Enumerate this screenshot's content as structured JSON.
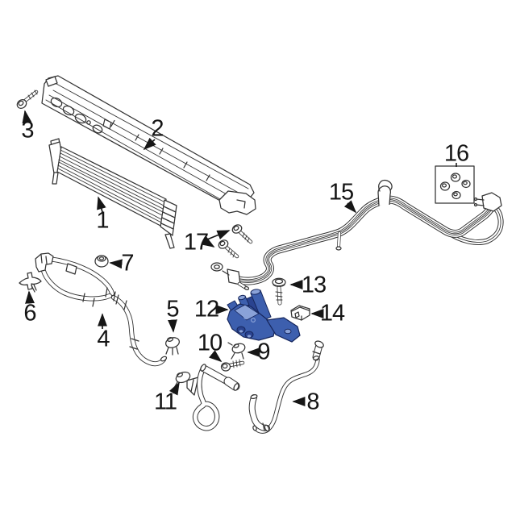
{
  "diagram": {
    "type": "exploded-parts-diagram",
    "subject": "transmission oil cooler and lines line-art drawing",
    "highlighted_callout": "12"
  },
  "colors": {
    "background": "#ffffff",
    "line": "#333333",
    "label": "#141414",
    "highlight": "#3d5fae",
    "highlight_dark": "#2a4390",
    "highlight_light": "#8aa2d8",
    "highlight_outline": "#16265c"
  },
  "callouts": [
    {
      "number": "1"
    },
    {
      "number": "2"
    },
    {
      "number": "3"
    },
    {
      "number": "4"
    },
    {
      "number": "5"
    },
    {
      "number": "6"
    },
    {
      "number": "7"
    },
    {
      "number": "8"
    },
    {
      "number": "9"
    },
    {
      "number": "10"
    },
    {
      "number": "11"
    },
    {
      "number": "12"
    },
    {
      "number": "13"
    },
    {
      "number": "14"
    },
    {
      "number": "15"
    },
    {
      "number": "16"
    },
    {
      "number": "17"
    }
  ]
}
